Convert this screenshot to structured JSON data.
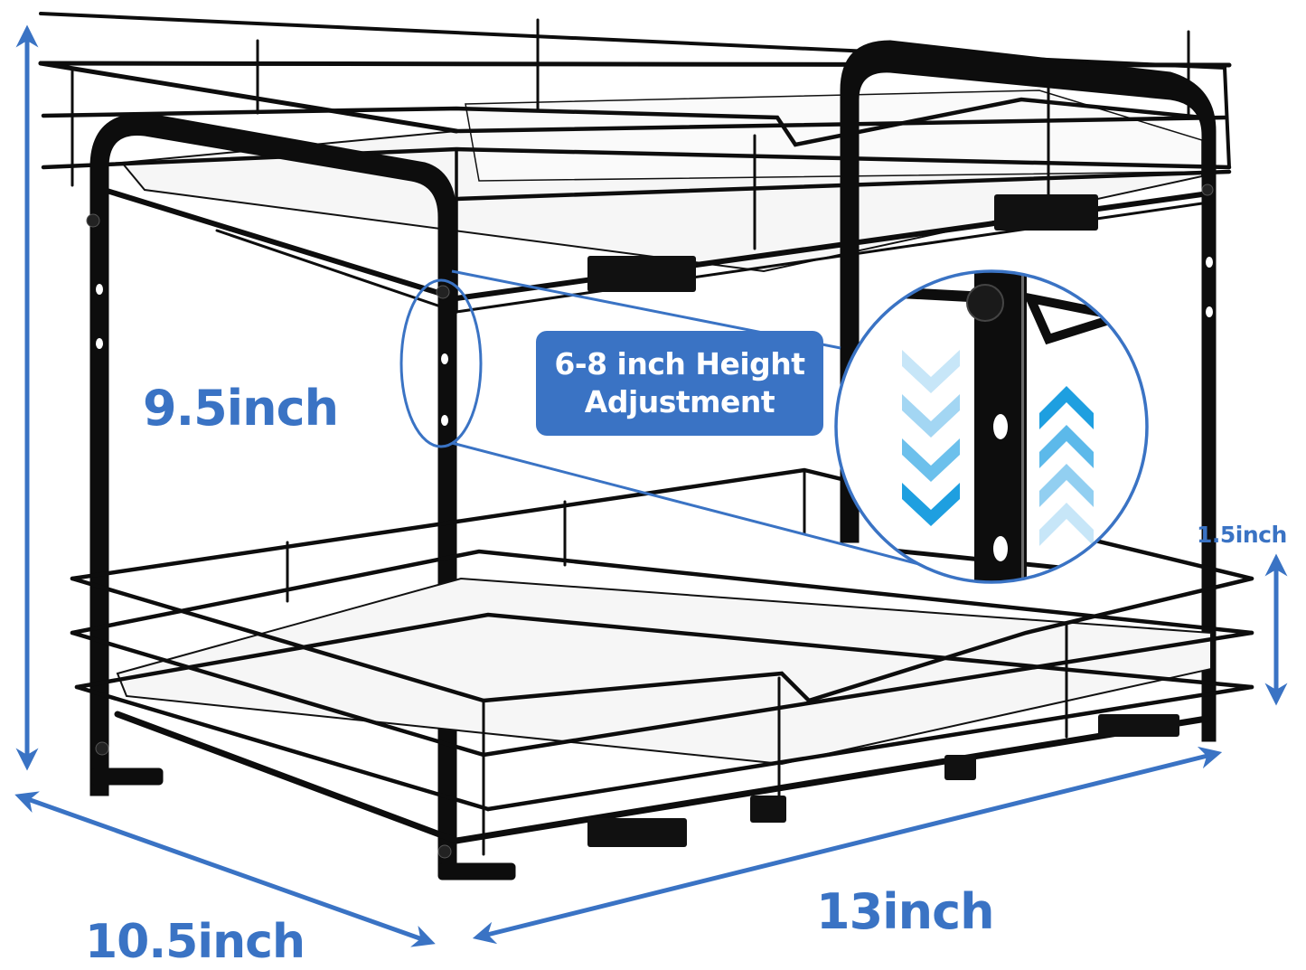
{
  "image": {
    "type": "product-dimension-diagram",
    "subject": "two-tier pull-out sliding wire basket organizer",
    "background": "#ffffff"
  },
  "colors": {
    "accent_blue": "#3a73c4",
    "chevron_light": "#bfe3f7",
    "chevron_mid": "#78c4ee",
    "chevron_dark": "#1e9fe0",
    "frame_black": "#0d0d0d",
    "shelf_white": "#f4f4f4"
  },
  "dimensions": {
    "height": {
      "label": "9.5inch",
      "direction": "vertical",
      "side": "left"
    },
    "depth": {
      "label": "10.5inch",
      "direction": "diagonal",
      "side": "bottom-left"
    },
    "width": {
      "label": "13inch",
      "direction": "diagonal",
      "side": "bottom-right"
    },
    "drawer_rail_height": {
      "label": "1.5inch",
      "direction": "vertical",
      "side": "right"
    }
  },
  "callout": {
    "line1": "6-8 inch Height",
    "line2": "Adjustment"
  },
  "magnifier": {
    "description": "zoomed view of adjustable post with holes",
    "down_chevrons": 4,
    "up_chevrons": 4
  }
}
